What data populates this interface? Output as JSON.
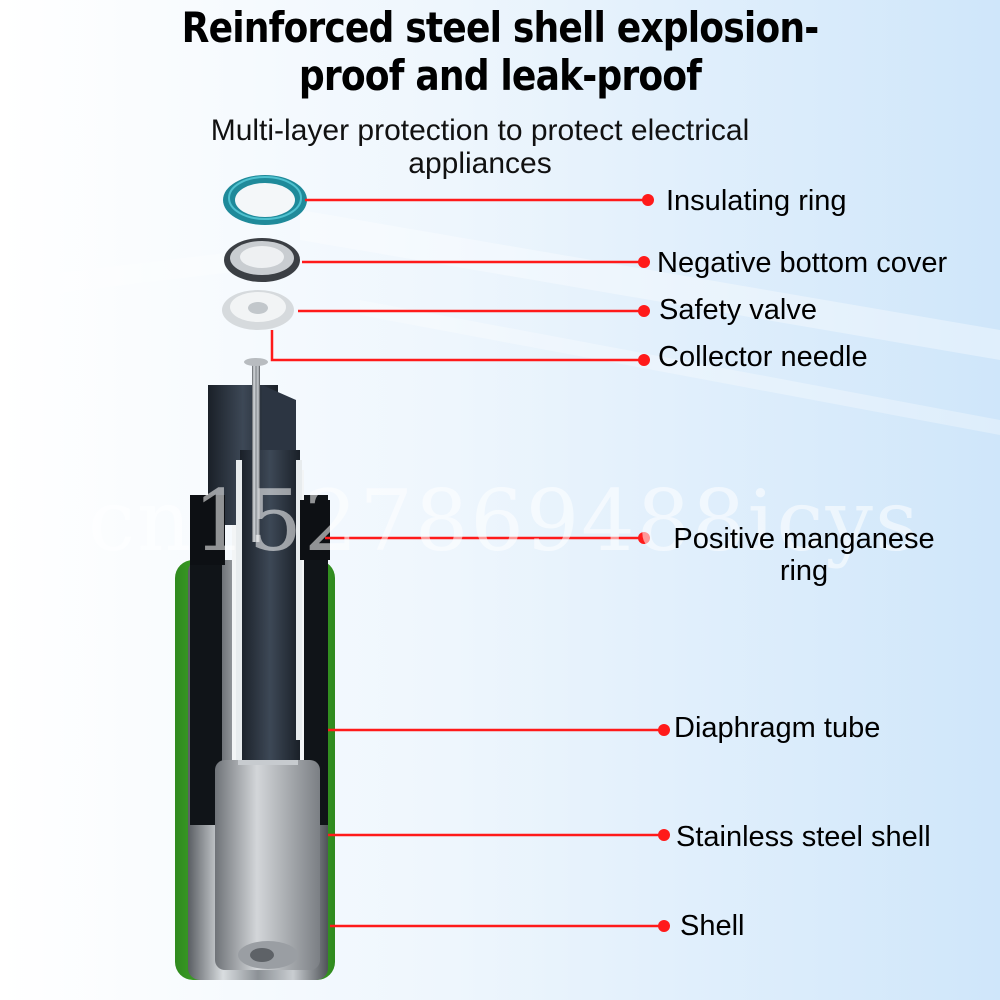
{
  "header": {
    "title_line1": "Reinforced steel shell explosion-",
    "title_line2": "proof and leak-proof",
    "subtitle_line1": "Multi-layer protection to protect electrical",
    "subtitle_line2": "appliances"
  },
  "watermark": "cn1527869488icys",
  "labels": {
    "insulating_ring": "Insulating ring",
    "negative_bottom_cover": "Negative bottom cover",
    "safety_valve": "Safety valve",
    "collector_needle": "Collector needle",
    "positive_manganese_ring_line1": "Positive manganese",
    "positive_manganese_ring_line2": "ring",
    "diaphragm_tube": "Diaphragm tube",
    "stainless_steel_shell": "Stainless steel shell",
    "shell": "Shell"
  },
  "colors": {
    "leader_line": "#ff1a1a",
    "insulating_ring": "#1f8a9a",
    "battery_wrap": "#3fae2a",
    "manganese": "#2a3340"
  }
}
